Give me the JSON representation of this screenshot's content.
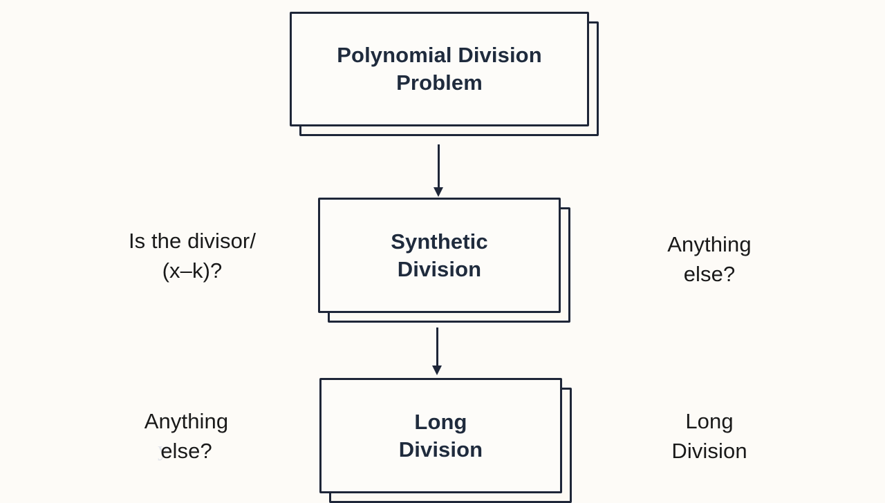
{
  "canvas": {
    "title": "Polynomial Division Decision Flowchart",
    "background_color": "#fdfbf7",
    "stroke_color": "#1e2638",
    "node_text_color": "#1f2b3d",
    "label_text_color": "#191919",
    "card_fill_color": "#fdfcf9"
  },
  "nodes": [
    {
      "id": "problem",
      "label": "Polynomial Division\nProblem",
      "line1": "Polynomial Division",
      "line2": "Problem"
    },
    {
      "id": "synthetic",
      "label": "Synthetic\nDivision",
      "line1": "Synthetic",
      "line2": "Division"
    },
    {
      "id": "long",
      "label": "Long\nDivision",
      "line1": "Long",
      "line2": "Division"
    }
  ],
  "side_labels": {
    "left_synthetic": "Is the divisor/\n(x–k)?",
    "right_synthetic": "Anything\nelse?",
    "left_long": "Anything\nelse?",
    "right_long": "Long\nDivision"
  },
  "connectors": [
    {
      "id": "problem-to-synthetic",
      "from": "problem",
      "to": "synthetic",
      "direction": "down",
      "arrowhead": "filled-triangle"
    },
    {
      "id": "synthetic-to-long",
      "from": "synthetic",
      "to": "long",
      "direction": "down",
      "arrowhead": "filled-triangle"
    }
  ],
  "artifacts": {
    "ghost_glyph": "y"
  }
}
